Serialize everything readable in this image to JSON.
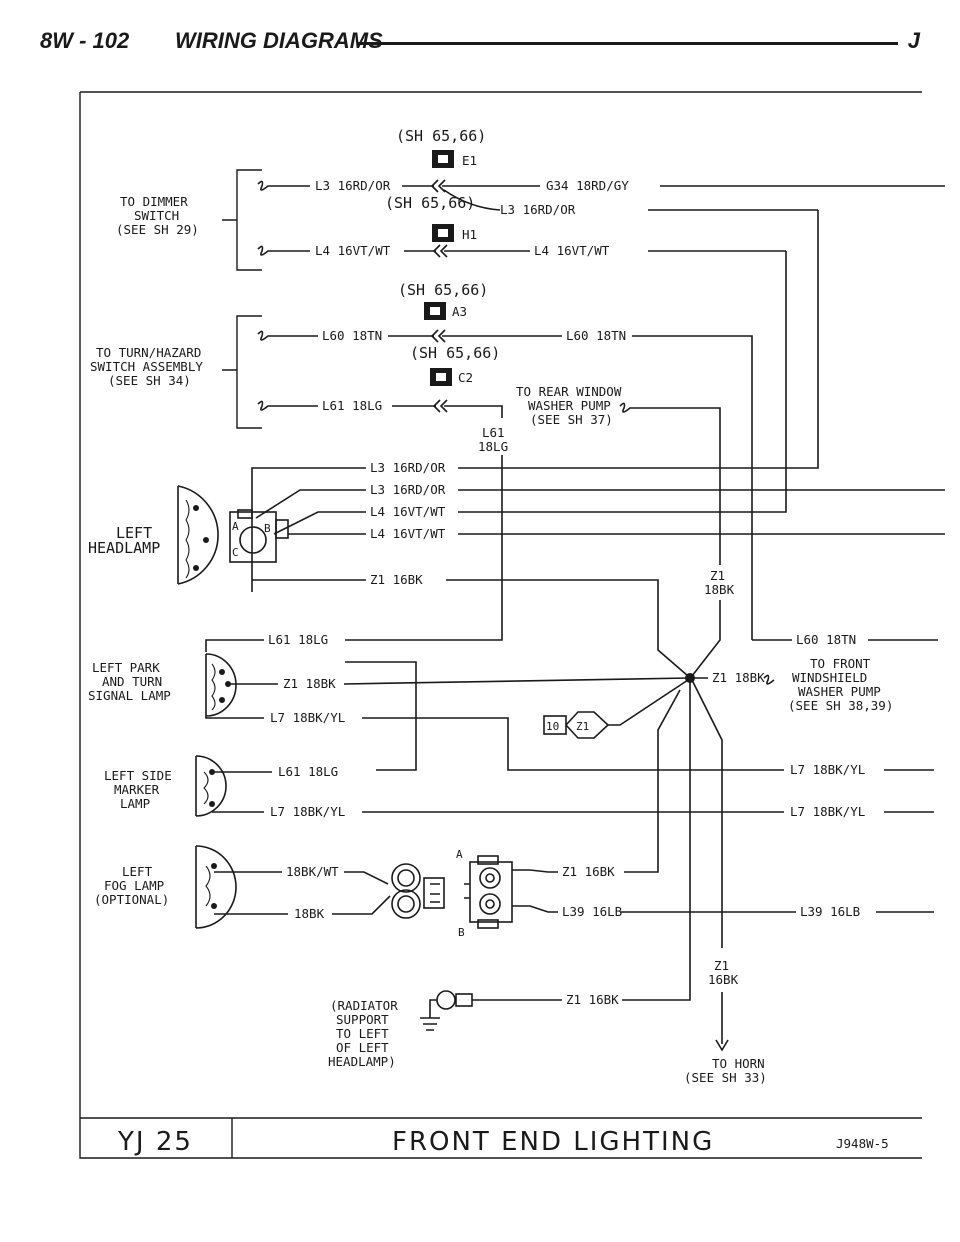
{
  "header": {
    "page": "8W - 102",
    "section": "WIRING DIAGRAMS",
    "letter": "J"
  },
  "footer": {
    "model": "YJ 25",
    "title": "FRONT END LIGHTING",
    "code": "J948W-5"
  },
  "connectors": {
    "e1": {
      "ref": "(SH 65,66)",
      "id": "E1"
    },
    "h1": {
      "ref": "(SH 65,66)",
      "id": "H1"
    },
    "a3": {
      "ref": "(SH 65,66)",
      "id": "A3"
    },
    "c2": {
      "ref": "(SH 65,66)",
      "id": "C2"
    }
  },
  "labels": {
    "dimmer": [
      "TO DIMMER",
      "SWITCH",
      "(SEE SH 29)"
    ],
    "turn_hazard": [
      "TO TURN/HAZARD",
      "SWITCH ASSEMBLY",
      "(SEE SH 34)"
    ],
    "rear_washer": [
      "TO REAR WINDOW",
      "WASHER PUMP",
      "(SEE SH 37)"
    ],
    "left_headlamp": [
      "LEFT",
      "HEADLAMP"
    ],
    "left_park": [
      "LEFT PARK",
      "AND TURN",
      "SIGNAL LAMP"
    ],
    "left_side": [
      "LEFT SIDE",
      "MARKER",
      "LAMP"
    ],
    "left_fog": [
      "LEFT",
      "FOG LAMP",
      "(OPTIONAL)"
    ],
    "front_washer": [
      "TO FRONT",
      "WINDSHIELD",
      "WASHER PUMP",
      "(SEE SH 38,39)"
    ],
    "radiator": [
      "(RADIATOR",
      "SUPPORT",
      "TO LEFT",
      "OF LEFT",
      "HEADLAMP)"
    ],
    "horn": [
      "TO HORN",
      "(SEE SH 33)"
    ],
    "splice": "10",
    "splice_wire": "Z1",
    "pin_a": "A",
    "pin_b": "B",
    "pin_c": "C",
    "fog_pin_a": "A",
    "fog_pin_b": "B"
  },
  "wires": {
    "l3_rd_or": "L3 16RD/OR",
    "g34": "G34 18RD/GY",
    "l4_vt_wt": "L4 16VT/WT",
    "l60": "L60 18TN",
    "l61": "L61 18LG",
    "l61_stack": [
      "L61",
      "18LG"
    ],
    "z1_16": "Z1 16BK",
    "z1_18": "Z1 18BK",
    "z1_18_stack": [
      "Z1",
      "18BK"
    ],
    "z1_16_stack": [
      "Z1",
      "16BK"
    ],
    "l7": "L7 18BK/YL",
    "bk_wt": "18BK/WT",
    "bk": "18BK",
    "l39": "L39 16LB"
  }
}
